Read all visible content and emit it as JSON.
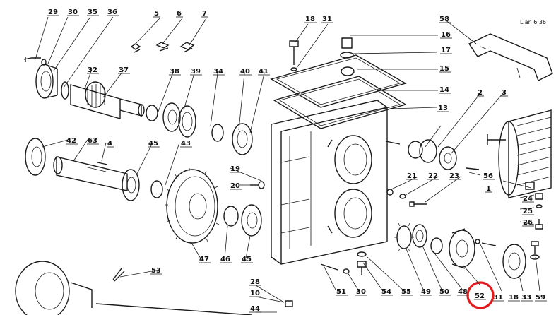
{
  "page_ref": "Lian 6.36",
  "labels": [
    "29",
    "30",
    "35",
    "36",
    "5",
    "6",
    "7",
    "18",
    "31",
    "58",
    "16",
    "17",
    "15",
    "32",
    "37",
    "38",
    "39",
    "34",
    "40",
    "41",
    "14",
    "13",
    "2",
    "3",
    "42",
    "63",
    "4",
    "45",
    "43",
    "19",
    "20",
    "21",
    "22",
    "23",
    "56",
    "1",
    "24",
    "25",
    "26",
    "47",
    "46",
    "45",
    "53",
    "28",
    "10",
    "44",
    "51",
    "30",
    "54",
    "55",
    "49",
    "50",
    "48",
    "52",
    "31",
    "18",
    "33",
    "59"
  ],
  "highlight": {
    "label": "52",
    "color": "#e01a1a"
  }
}
